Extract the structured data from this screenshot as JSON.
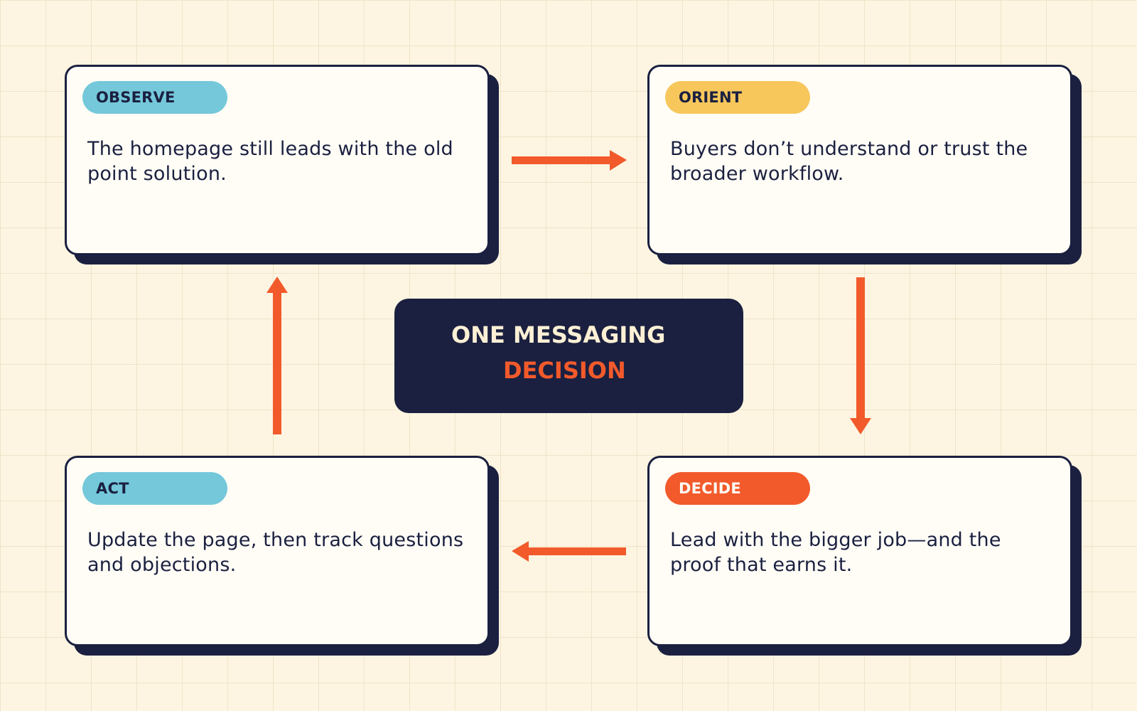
{
  "colors": {
    "navy": "#1b2040",
    "cream": "#fffdf6",
    "orange": "#f25a2b",
    "teal": "#74c8da",
    "yellow": "#f7c75c",
    "background": "#fdf5e2"
  },
  "center": {
    "line1": "ONE MESSAGING",
    "line2": "DECISION",
    "line1_color": "#fdf0d5",
    "line2_color": "#f25a2b"
  },
  "cards": {
    "observe": {
      "label": "OBSERVE",
      "text": "The homepage still leads with the old point solution.",
      "tag_color": "#74c8da"
    },
    "orient": {
      "label": "ORIENT",
      "text": "Buyers don’t understand or trust the broader workflow.",
      "tag_color": "#f7c75c"
    },
    "decide": {
      "label": "DECIDE",
      "text": "Lead with the bigger job—and the proof that earns it.",
      "tag_color": "#f25a2b"
    },
    "act": {
      "label": "ACT",
      "text": "Update the page, then track questions and objections.",
      "tag_color": "#74c8da"
    }
  },
  "flow": [
    {
      "from": "observe",
      "to": "orient"
    },
    {
      "from": "orient",
      "to": "decide"
    },
    {
      "from": "decide",
      "to": "act"
    },
    {
      "from": "act",
      "to": "observe"
    }
  ]
}
